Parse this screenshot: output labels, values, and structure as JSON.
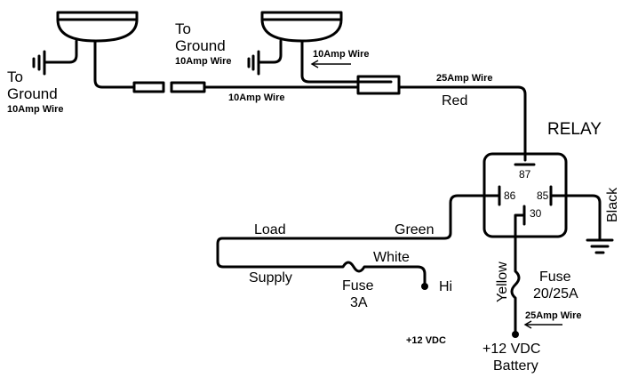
{
  "diagram": {
    "title": "RELAY",
    "relay_pins": [
      "87",
      "86",
      "85",
      "30"
    ],
    "labels": {
      "ground_left_to": "To",
      "ground_left_ground": "Ground",
      "ground_left_wire": "10Amp Wire",
      "ground_mid_to": "To",
      "ground_mid_ground": "Ground",
      "ground_mid_wire": "10Amp Wire",
      "lamp2_wire": "10Amp Wire",
      "bottom_wire": "10Amp Wire",
      "wire_25_top": "25Amp Wire",
      "red": "Red",
      "black": "Black",
      "load": "Load",
      "green": "Green",
      "white": "White",
      "supply": "Supply",
      "fuse_small": "Fuse",
      "fuse_small_rating": "3A",
      "hi": "Hi",
      "yellow": "Yellow",
      "fuse_main": "Fuse",
      "fuse_main_rating": "20/25A",
      "wire_25_bottom": "25Amp Wire",
      "vdc_left": "+12 VDC",
      "battery_vdc": "+12 VDC",
      "battery": "Battery"
    }
  }
}
